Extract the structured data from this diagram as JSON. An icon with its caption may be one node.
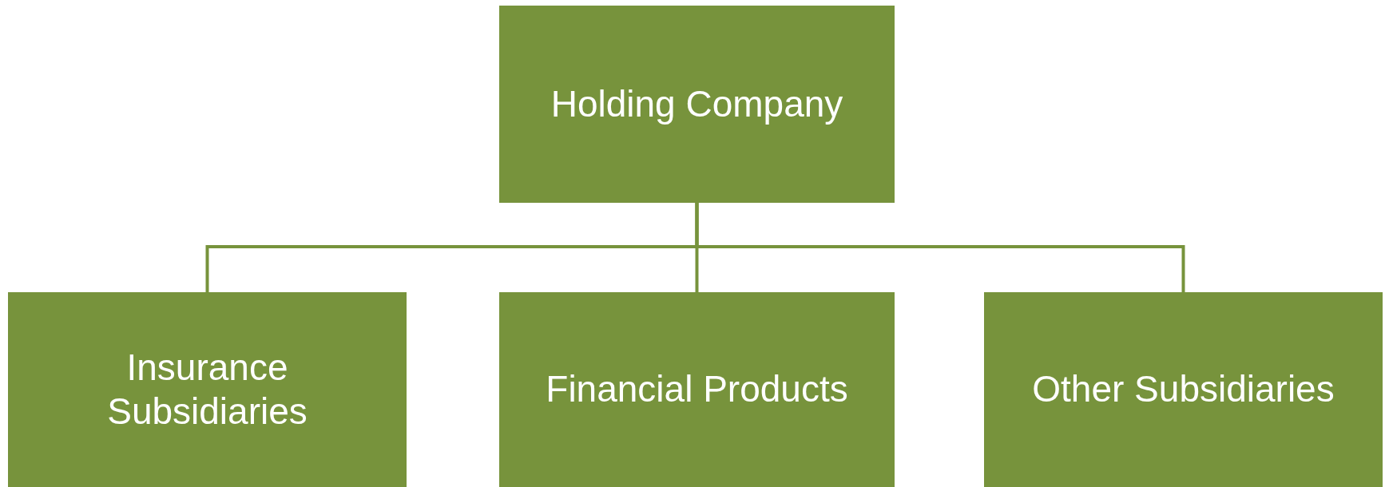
{
  "diagram": {
    "nodes": [
      {
        "text": [
          "Holding Company"
        ]
      },
      {
        "text": [
          "Insurance Subsidiaries"
        ]
      },
      {
        "text": [
          "Financial Products"
        ]
      },
      {
        "text": [
          "Other Subsidiaries"
        ]
      }
    ],
    "edges": [
      {
        "from": 0,
        "to": 1,
        "arrow": "none"
      },
      {
        "from": 0,
        "to": 2,
        "arrow": "none"
      },
      {
        "from": 0,
        "to": 3,
        "arrow": "none"
      }
    ]
  }
}
